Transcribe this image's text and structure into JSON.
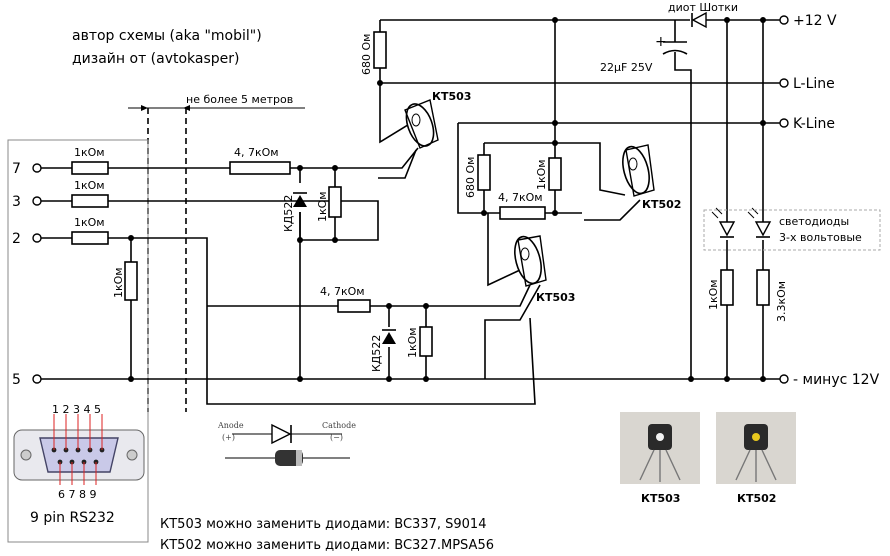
{
  "author": {
    "line1": "автор схемы (aka \"mobil\")",
    "line2": "дизайн от (avtokasper)"
  },
  "cable_note": "не более 5 метров",
  "pins": {
    "p7": "7",
    "p3": "3",
    "p2": "2",
    "p5": "5"
  },
  "connector": {
    "top_numbers": "1 2 3 4 5",
    "bottom_numbers": "6 7 8 9",
    "caption": "9 pin RS232"
  },
  "resistors": {
    "r_1k_a": "1кОм",
    "r_1k_b": "1кОм",
    "r_1k_c": "1кОм",
    "r_1k_d": "1кОм",
    "r_47k_top": "4, 7кОм",
    "r_1k_top_shunt": "1кОм",
    "r_47k_low": "4, 7кОм",
    "r_1k_low_shunt": "1кОм",
    "r_680_top": "680 Ом",
    "r_680_mid": "680 Ом",
    "r_1k_mid": "1кОм",
    "r_47k_mid": "4, 7кОм",
    "r_1k_led": "1кОм",
    "r_33k_led": "3.3кОм"
  },
  "diodes": {
    "d_top": "КД522",
    "d_low": "КД522"
  },
  "transistors": {
    "t1": "КТ503",
    "t2": "КТ502",
    "t3": "КТ503"
  },
  "power": {
    "schottky": "диот Шотки",
    "capacitor": "22µF 25V",
    "cap_plus": "+",
    "v12": "+12 V",
    "lline": "L-Line",
    "kline": "K-Line",
    "minus": "- минус 12V"
  },
  "leds": {
    "line1": "светодиоды",
    "line2": "3-х вольтовые"
  },
  "diode_legend": {
    "anode": "Anode",
    "anode_sign": "(+)",
    "cathode": "Cathode",
    "cathode_sign": "(−)"
  },
  "photos": {
    "kt503": "КТ503",
    "kt502": "КТ502"
  },
  "footnotes": {
    "line1": "КТ503 можно заменить диодами: BC337, S9014",
    "line2": "КТ502 можно заменить диодами: BC327.MPSA56"
  }
}
